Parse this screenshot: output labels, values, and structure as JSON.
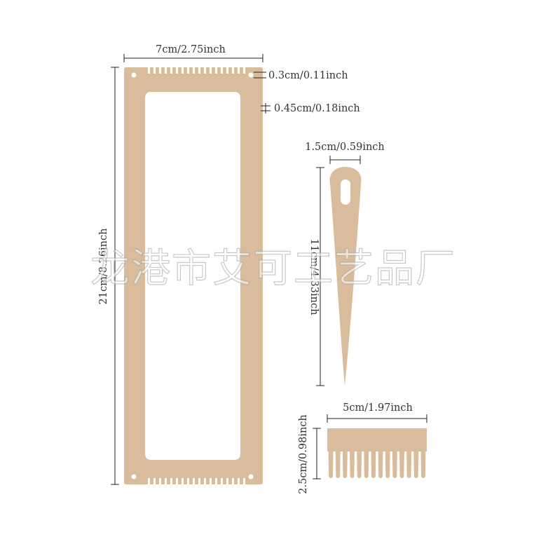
{
  "colors": {
    "wood": "#d8bc9c",
    "line": "#222222",
    "text": "#333333",
    "background": "#ffffff"
  },
  "watermark": "龙港市艾可工艺品厂",
  "loom": {
    "width_label": "7cm/2.75inch",
    "height_label": "21cm/8.26inch",
    "hole_label": "0.3cm/0.11inch",
    "slot_label": "0.45cm/0.18inch"
  },
  "needle": {
    "width_label": "1.5cm/0.59inch",
    "length_label": "11cm/4.33inch"
  },
  "comb": {
    "width_label": "5cm/1.97inch",
    "height_label": "2.5cm/0.98inch"
  }
}
